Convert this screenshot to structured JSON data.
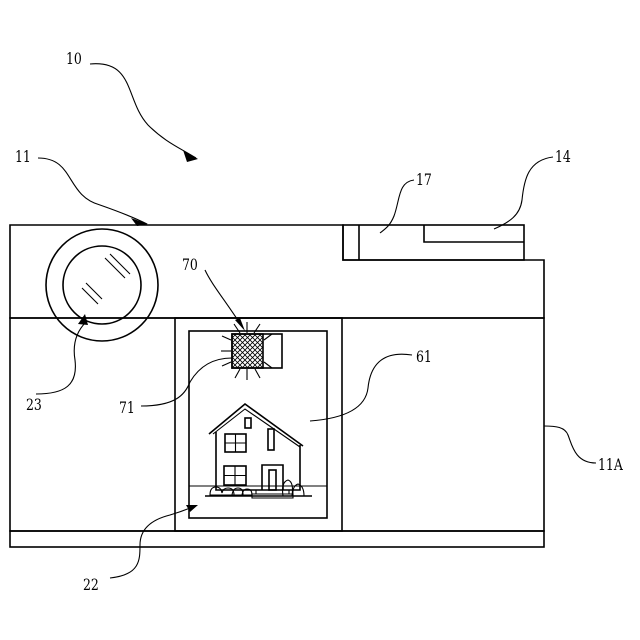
{
  "figure": {
    "reference_labels": [
      {
        "id": "ref-10",
        "text": "10"
      },
      {
        "id": "ref-11",
        "text": "11"
      },
      {
        "id": "ref-14",
        "text": "14"
      },
      {
        "id": "ref-17",
        "text": "17"
      },
      {
        "id": "ref-70",
        "text": "70"
      },
      {
        "id": "ref-61",
        "text": "61"
      },
      {
        "id": "ref-23",
        "text": "23"
      },
      {
        "id": "ref-71",
        "text": "71"
      },
      {
        "id": "ref-11a",
        "text": "11A"
      },
      {
        "id": "ref-22",
        "text": "22"
      }
    ]
  }
}
